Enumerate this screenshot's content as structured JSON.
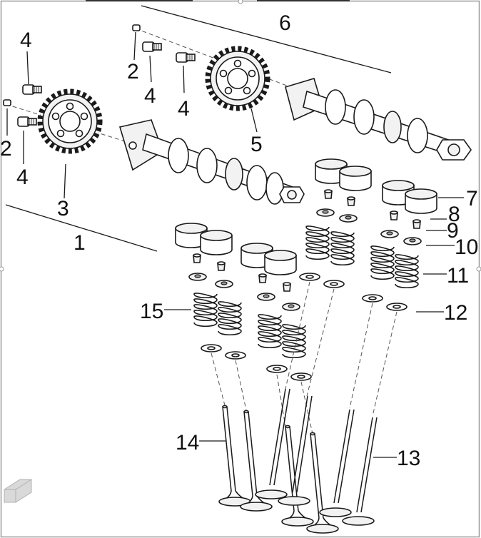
{
  "callouts": {
    "c1": "1",
    "c2a": "2",
    "c2b": "2",
    "c3": "3",
    "c4a": "4",
    "c4b": "4",
    "c4c": "4",
    "c4d": "4",
    "c5": "5",
    "c6": "6",
    "c7": "7",
    "c8": "8",
    "c9": "9",
    "c10": "10",
    "c11": "11",
    "c12": "12",
    "c13": "13",
    "c14": "14",
    "c15": "15"
  },
  "colors": {
    "line": "#1a1a1a",
    "frame": "#999999",
    "background": "#ffffff"
  },
  "icons": {
    "corner": "page-flip-icon"
  }
}
